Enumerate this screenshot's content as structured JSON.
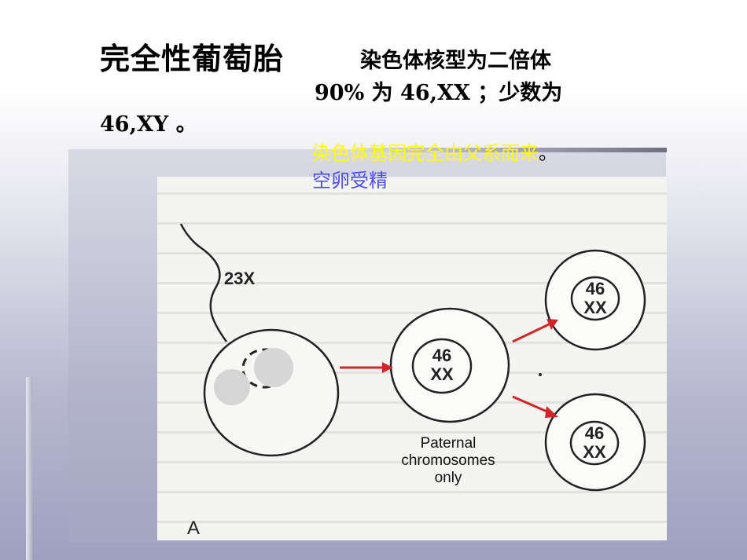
{
  "slide": {
    "title": "完全性葡萄胎",
    "karyotype_line": "染色体核型为二倍体",
    "percent_line": "90% 为 46,XX ；少数为",
    "xy_line": "46,XY 。",
    "origin_note": "染色体基因完全由父系而来",
    "origin_note_end": "。",
    "empty_egg_note": "空卵受精"
  },
  "figure": {
    "sperm_label": "23X",
    "cell_middle": {
      "line1": "46",
      "line2": "XX"
    },
    "cell_top_right": {
      "line1": "46",
      "line2": "XX"
    },
    "cell_bottom_right": {
      "line1": "46",
      "line2": "XX"
    },
    "caption_lines": [
      "Paternal",
      "chromosomes",
      "only"
    ],
    "panel_letter": "A",
    "arrow_color": "#d0262a"
  }
}
